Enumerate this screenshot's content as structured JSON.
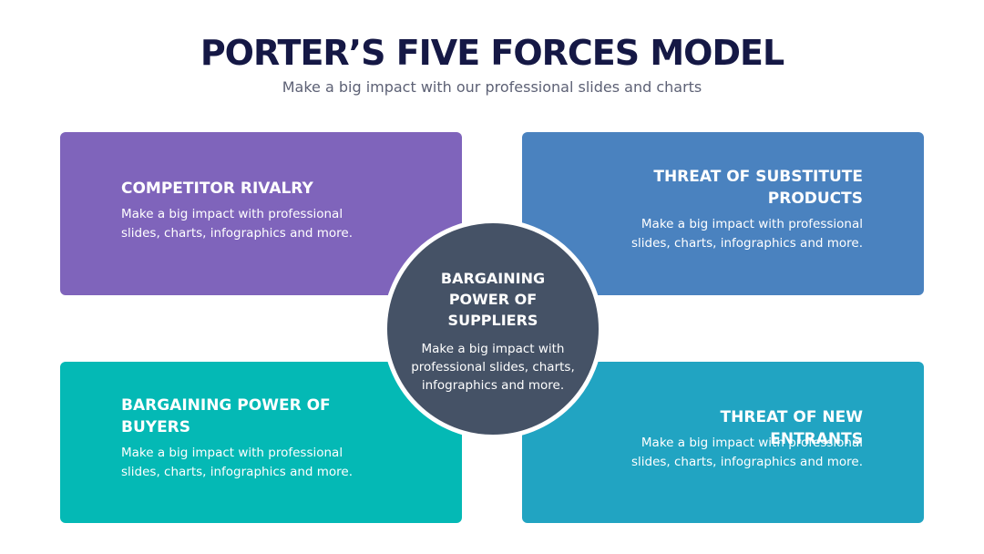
{
  "title": "PORTER’S FIVE FORCES MODEL",
  "subtitle": "Make a big impact with our professional slides and charts",
  "forces": {
    "competitor_rivalry": {
      "heading": "COMPETITOR RIVALRY",
      "text": "Make a big impact with professional slides, charts, infographics and more.",
      "color": "#7f64bb"
    },
    "threat_of_substitutes": {
      "heading": "THREAT OF SUBSTITUTE PRODUCTS",
      "text": "Make a big impact with professional slides, charts, infographics and more.",
      "color": "#4a82bf"
    },
    "bargaining_power_of_buyers": {
      "heading": "BARGAINING POWER OF BUYERS",
      "text": "Make a big impact with professional slides, charts, infographics and more.",
      "color": "#04b9b5"
    },
    "threat_of_new_entrants": {
      "heading": "THREAT OF NEW ENTRANTS",
      "text": "Make a big impact with professional slides, charts, infographics and more.",
      "color": "#21a4c2"
    },
    "bargaining_power_of_suppliers": {
      "heading": "BARGAINING POWER OF SUPPLIERS",
      "text": "Make a big impact with professional slides, charts, infographics and more.",
      "color": "#455266"
    }
  }
}
